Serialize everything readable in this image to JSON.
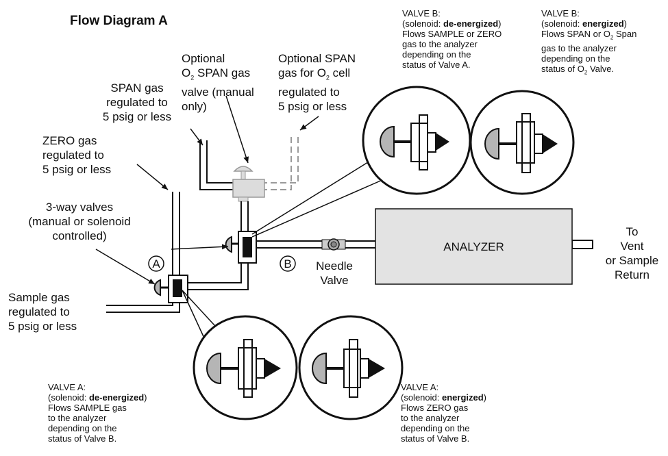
{
  "title": "Flow Diagram A",
  "labels": {
    "span_gas": [
      "SPAN gas",
      "regulated to",
      "5 psig or less"
    ],
    "zero_gas": [
      "ZERO gas",
      "regulated to",
      "5 psig or less"
    ],
    "sample_gas": [
      "Sample gas",
      "regulated to",
      "5 psig or less"
    ],
    "optional_o2_valve": [
      "Optional",
      "O",
      "SPAN gas",
      "valve (manual",
      "only)"
    ],
    "optional_span_o2": [
      "Optional SPAN",
      "gas for O",
      "cell",
      "regulated to",
      "5 psig or less"
    ],
    "three_way": [
      "3-way valves",
      "(manual or solenoid",
      "controlled)"
    ],
    "marker_a": "A",
    "marker_b": "B",
    "needle_valve": [
      "Needle",
      "Valve"
    ],
    "analyzer": "ANALYZER",
    "to_vent": [
      "To",
      "Vent",
      "or Sample",
      "Return"
    ],
    "o2_subscript": "2"
  },
  "notes": {
    "valve_b_deenergized": {
      "line1": "VALVE B:",
      "line2_prefix": "(solenoid: ",
      "line2_bold": "de-energized",
      "line2_suffix": ")",
      "line3": "Flows SAMPLE or ZERO",
      "line4": "gas to the analyzer",
      "line5": "depending on  the",
      "line6": "status of Valve A."
    },
    "valve_b_energized": {
      "line1": "VALVE B:",
      "line2_prefix": "(solenoid: ",
      "line2_bold": "energized",
      "line2_suffix": ")",
      "line3a": "Flows SPAN or O",
      "line3b": " Span",
      "line4": "gas to the analyzer",
      "line5": "depending on  the",
      "line6a": "status of O",
      "line6b": " Valve."
    },
    "valve_a_deenergized": {
      "line1": "VALVE A:",
      "line2_prefix": "(solenoid: ",
      "line2_bold": "de-energized",
      "line2_suffix": ")",
      "line3": "Flows SAMPLE gas",
      "line4": "to the analyzer",
      "line5": "depending on  the",
      "line6": "status of Valve B."
    },
    "valve_a_energized": {
      "line1": "VALVE A:",
      "line2_prefix": "(solenoid: ",
      "line2_bold": "energized",
      "line2_suffix": ")",
      "line3": "Flows ZERO gas",
      "line4": "to the analyzer",
      "line5": "depending on  the",
      "line6": "status of  Valve B."
    }
  },
  "colors": {
    "analyzer_fill": "#e3e3e3",
    "valve_handle": "#b5b5b5",
    "o2_valve": "#dcdcdc"
  }
}
